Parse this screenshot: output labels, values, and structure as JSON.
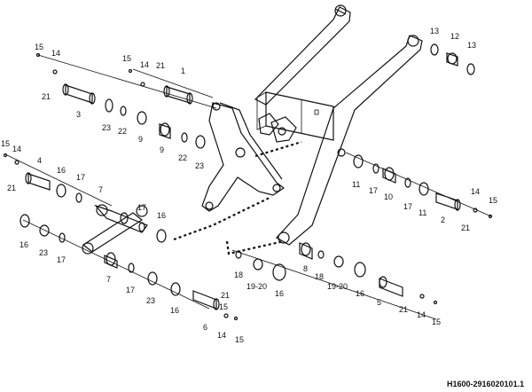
{
  "drawing": {
    "code": "H1600-2916020101.1",
    "callouts": [
      {
        "id": "c1",
        "text": "15"
      },
      {
        "id": "c2",
        "text": "14"
      },
      {
        "id": "c3",
        "text": "21"
      },
      {
        "id": "c4",
        "text": "3"
      },
      {
        "id": "c5",
        "text": "15"
      },
      {
        "id": "c6",
        "text": "14"
      },
      {
        "id": "c7",
        "text": "21"
      },
      {
        "id": "c8",
        "text": "1"
      },
      {
        "id": "c9",
        "text": "23"
      },
      {
        "id": "c10",
        "text": "22"
      },
      {
        "id": "c11",
        "text": "9"
      },
      {
        "id": "c12",
        "text": "9"
      },
      {
        "id": "c13",
        "text": "22"
      },
      {
        "id": "c14",
        "text": "23"
      },
      {
        "id": "c15",
        "text": "13"
      },
      {
        "id": "c16",
        "text": "12"
      },
      {
        "id": "c17",
        "text": "13"
      },
      {
        "id": "c18",
        "text": "15"
      },
      {
        "id": "c19",
        "text": "14"
      },
      {
        "id": "c20",
        "text": "4"
      },
      {
        "id": "c21",
        "text": "21"
      },
      {
        "id": "c22",
        "text": "16"
      },
      {
        "id": "c23",
        "text": "17"
      },
      {
        "id": "c24",
        "text": "7"
      },
      {
        "id": "c25",
        "text": "17"
      },
      {
        "id": "c26",
        "text": "16"
      },
      {
        "id": "c27",
        "text": "16"
      },
      {
        "id": "c28",
        "text": "23"
      },
      {
        "id": "c29",
        "text": "17"
      },
      {
        "id": "c30",
        "text": "7"
      },
      {
        "id": "c31",
        "text": "17"
      },
      {
        "id": "c32",
        "text": "23"
      },
      {
        "id": "c33",
        "text": "16"
      },
      {
        "id": "c34",
        "text": "21"
      },
      {
        "id": "c35",
        "text": "15"
      },
      {
        "id": "c36",
        "text": "6"
      },
      {
        "id": "c37",
        "text": "14"
      },
      {
        "id": "c38",
        "text": "15"
      },
      {
        "id": "c39",
        "text": "11"
      },
      {
        "id": "c40",
        "text": "17"
      },
      {
        "id": "c41",
        "text": "10"
      },
      {
        "id": "c42",
        "text": "17"
      },
      {
        "id": "c43",
        "text": "11"
      },
      {
        "id": "c44",
        "text": "2"
      },
      {
        "id": "c45",
        "text": "14"
      },
      {
        "id": "c46",
        "text": "15"
      },
      {
        "id": "c47",
        "text": "21"
      },
      {
        "id": "c48",
        "text": "18"
      },
      {
        "id": "c49",
        "text": "19-20"
      },
      {
        "id": "c50",
        "text": "16"
      },
      {
        "id": "c51",
        "text": "8"
      },
      {
        "id": "c52",
        "text": "18"
      },
      {
        "id": "c53",
        "text": "19-20"
      },
      {
        "id": "c54",
        "text": "16"
      },
      {
        "id": "c55",
        "text": "5"
      },
      {
        "id": "c56",
        "text": "21"
      },
      {
        "id": "c57",
        "text": "14"
      },
      {
        "id": "c58",
        "text": "15"
      }
    ]
  }
}
